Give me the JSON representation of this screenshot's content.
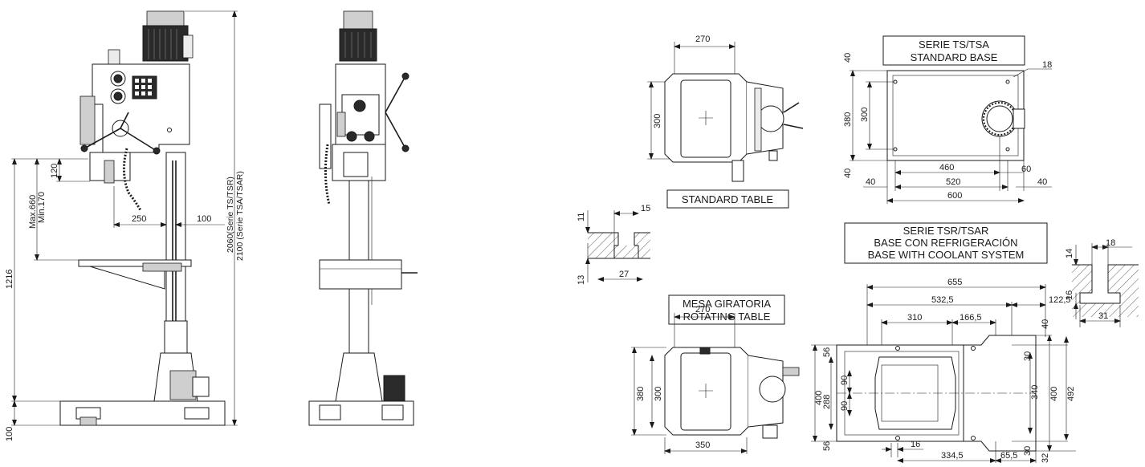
{
  "labels": {
    "standard_table": "STANDARD TABLE",
    "mesa_giratoria": "MESA GIRATORIA",
    "rotating_table": "ROTATING TABLE",
    "serie_ts_tsa": "SERIE TS/TSA",
    "standard_base": "STANDARD BASE",
    "serie_tsr_tsar": "SERIE TSR/TSAR",
    "base_refrigeracion": "BASE CON REFRIGERACIÓN",
    "base_coolant": "BASE WITH COOLANT SYSTEM"
  },
  "dimensions": {
    "side_view": {
      "max_travel": "Max.660",
      "min_travel": "Min.170",
      "head_120": "120",
      "reach_250": "250",
      "col_100": "100",
      "table_1216": "1216",
      "base_100": "100",
      "height_ts": "2060(Serie TS/TSR)",
      "height_tsa": "2100 (Serie TSA/TSAR)"
    },
    "standard_table": {
      "width": "270",
      "depth": "300"
    },
    "slot_table": {
      "top": "11",
      "width": "15",
      "bottom": "13",
      "base_width": "27"
    },
    "rotating_table": {
      "width_top": "270",
      "inner": "300",
      "outer": "380",
      "width_bottom": "350"
    },
    "standard_base": {
      "top_40": "40",
      "height_380": "380",
      "inner_300": "300",
      "bottom_40": "40",
      "hole_18": "18",
      "span_460": "460",
      "off_60": "60",
      "span_520": "520",
      "left_40": "40",
      "right_40": "40",
      "total_600": "600"
    },
    "coolant_base": {
      "total_655": "655",
      "span_532": "532,5",
      "off_122": "122,5",
      "span_310": "310",
      "span_166": "166,5",
      "top_30": "30",
      "top_40": "40",
      "d_56a": "56",
      "d_288": "288",
      "d_90a": "90",
      "d_90b": "90",
      "d_56b": "56",
      "d_400l": "400",
      "d_340": "340",
      "d_400r": "400",
      "d_492": "492",
      "bot_30": "30",
      "slot_16": "16",
      "span_334": "334,5",
      "span_65": "65,5",
      "cut_32": "32"
    },
    "slot_base": {
      "width": "18",
      "top": "14",
      "bottom": "16",
      "base_width": "31"
    }
  }
}
